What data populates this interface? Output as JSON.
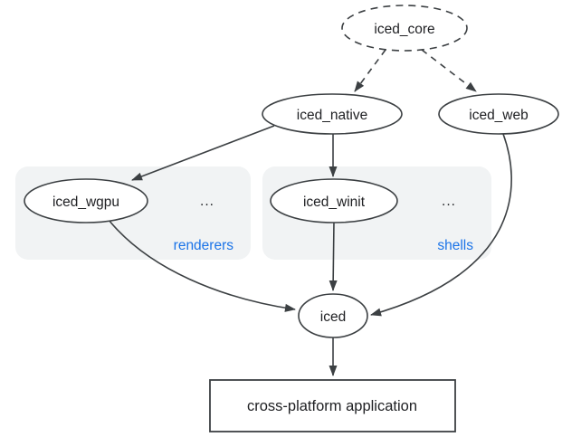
{
  "diagram": {
    "kind": "dependency-graph",
    "nodes": {
      "iced_core": {
        "label": "iced_core",
        "shape": "ellipse",
        "border": "dashed"
      },
      "iced_native": {
        "label": "iced_native",
        "shape": "ellipse",
        "border": "solid"
      },
      "iced_web": {
        "label": "iced_web",
        "shape": "ellipse",
        "border": "solid"
      },
      "iced_wgpu": {
        "label": "iced_wgpu",
        "shape": "ellipse",
        "border": "solid",
        "group": "renderers"
      },
      "iced_winit": {
        "label": "iced_winit",
        "shape": "ellipse",
        "border": "solid",
        "group": "shells"
      },
      "iced": {
        "label": "iced",
        "shape": "ellipse",
        "border": "solid"
      },
      "app": {
        "label": "cross-platform application",
        "shape": "rectangle",
        "border": "solid"
      }
    },
    "groups": {
      "renderers": {
        "label": "renderers",
        "ellipsis": "..."
      },
      "shells": {
        "label": "shells",
        "ellipsis": "..."
      }
    },
    "edges": [
      {
        "from": "iced_core",
        "to": "iced_native",
        "style": "dashed"
      },
      {
        "from": "iced_core",
        "to": "iced_web",
        "style": "dashed"
      },
      {
        "from": "iced_native",
        "to": "iced_wgpu",
        "style": "solid"
      },
      {
        "from": "iced_native",
        "to": "iced_winit",
        "style": "solid"
      },
      {
        "from": "iced_wgpu",
        "to": "iced",
        "style": "solid"
      },
      {
        "from": "iced_winit",
        "to": "iced",
        "style": "solid"
      },
      {
        "from": "iced_web",
        "to": "iced",
        "style": "solid"
      },
      {
        "from": "iced",
        "to": "app",
        "style": "solid"
      }
    ],
    "colors": {
      "stroke": "#3c4043",
      "text": "#202124",
      "group_fill": "#f1f3f4",
      "group_label": "#1a73e8",
      "background": "#ffffff"
    }
  }
}
